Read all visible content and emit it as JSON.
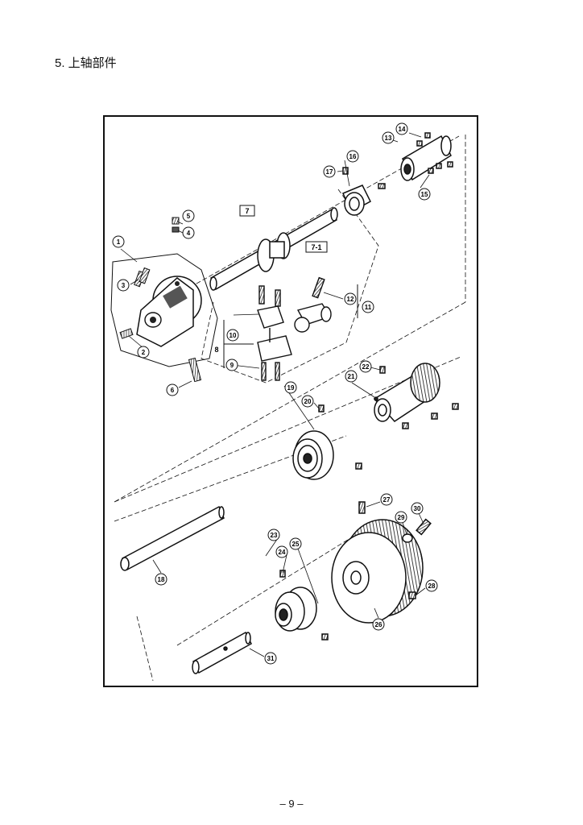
{
  "page": {
    "section_title": "5. 上轴部件",
    "page_number": "– 9 –"
  },
  "diagram": {
    "callouts": [
      "1",
      "2",
      "3",
      "4",
      "5",
      "6",
      "9",
      "10",
      "11",
      "12",
      "13",
      "14",
      "15",
      "16",
      "17",
      "18",
      "19",
      "20",
      "21",
      "22",
      "23",
      "24",
      "25",
      "26",
      "27",
      "28",
      "29",
      "30",
      "31"
    ],
    "boxed_labels": [
      "7",
      "7-1"
    ],
    "bracket_labels": [
      "8"
    ]
  },
  "colors": {
    "line": "#111111",
    "part_fill": "#ffffff",
    "shade": "#555555",
    "dark": "#222222"
  }
}
